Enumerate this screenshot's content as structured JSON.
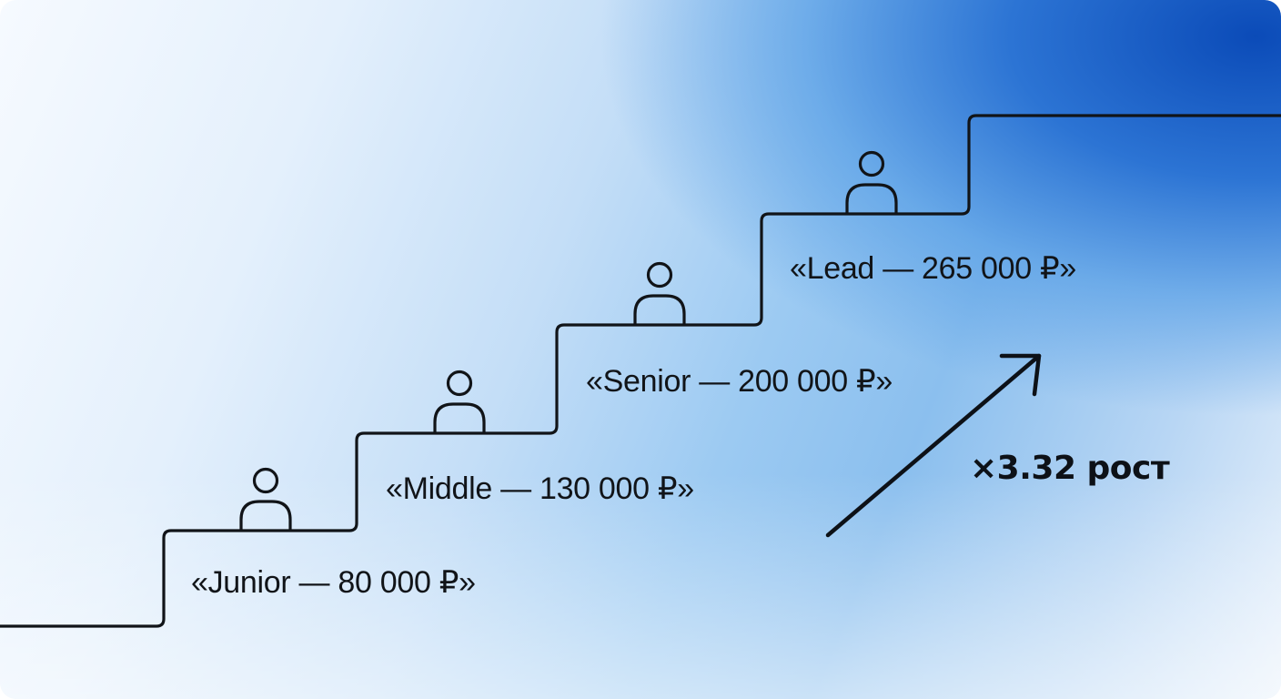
{
  "steps": [
    {
      "label": "«Junior — 80 000 ₽»"
    },
    {
      "label": "«Middle — 130 000 ₽»"
    },
    {
      "label": "«Senior — 200 000 ₽»"
    },
    {
      "label": "«Lead — 265 000 ₽»"
    }
  ],
  "growth": {
    "label": "×3.32 рост"
  },
  "colors": {
    "line": "#111418",
    "gradient_dark": "#0b4bb8",
    "gradient_light": "#f6faff"
  },
  "icons": [
    "person-icon",
    "arrow-up-right-icon"
  ]
}
